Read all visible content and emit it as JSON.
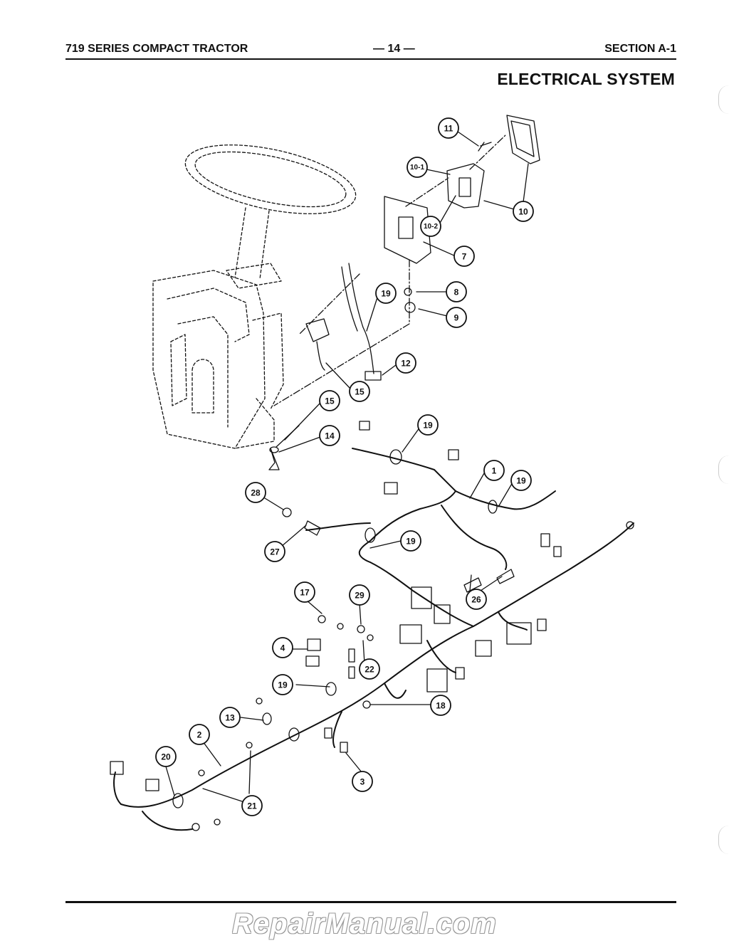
{
  "header": {
    "left": "719 SERIES COMPACT TRACTOR",
    "center": "— 14 —",
    "right": "SECTION A-1"
  },
  "section_title": "ELECTRICAL SYSTEM",
  "watermark": "RepairManual.com",
  "callouts": [
    {
      "label": "11"
    },
    {
      "label": "10-1"
    },
    {
      "label": "10"
    },
    {
      "label": "10-2"
    },
    {
      "label": "7"
    },
    {
      "label": "8"
    },
    {
      "label": "9"
    },
    {
      "label": "19"
    },
    {
      "label": "12"
    },
    {
      "label": "15"
    },
    {
      "label": "15"
    },
    {
      "label": "14"
    },
    {
      "label": "19"
    },
    {
      "label": "1"
    },
    {
      "label": "19"
    },
    {
      "label": "28"
    },
    {
      "label": "27"
    },
    {
      "label": "19"
    },
    {
      "label": "26"
    },
    {
      "label": "17"
    },
    {
      "label": "29"
    },
    {
      "label": "4"
    },
    {
      "label": "22"
    },
    {
      "label": "19"
    },
    {
      "label": "18"
    },
    {
      "label": "13"
    },
    {
      "label": "2"
    },
    {
      "label": "20"
    },
    {
      "label": "21"
    },
    {
      "label": "3"
    }
  ],
  "colors": {
    "ink": "#111111",
    "paper": "#ffffff",
    "watermark_outline": "#999999"
  }
}
